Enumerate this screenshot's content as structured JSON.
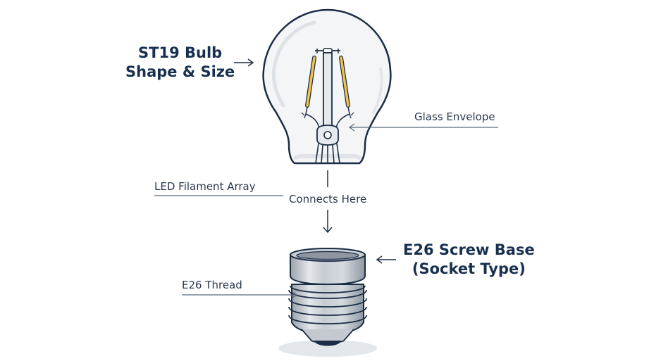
{
  "diagram": {
    "subject": "Light bulb and screw base assembly",
    "labels": {
      "bulb_shape_line1": "ST19 Bulb",
      "bulb_shape_line2": "Shape & Size",
      "glass_envelope": "Glass Envelope",
      "led_filament": "LED Filament Array",
      "connects_here": "Connects Here",
      "base_line1": "E26 Screw Base",
      "base_line2": "(Socket Type)",
      "thread": "E26 Thread"
    },
    "colors": {
      "outline": "#1b2d45",
      "glass": "#eef1f4",
      "filament": "#f2c14e",
      "metal_light": "#dfe3e8",
      "metal_mid": "#b8bfc7",
      "metal_dark": "#8f98a2",
      "tip": "#1b2d45",
      "shadow": "#e3e6ea",
      "leader_line": "#5a6a7e"
    }
  }
}
